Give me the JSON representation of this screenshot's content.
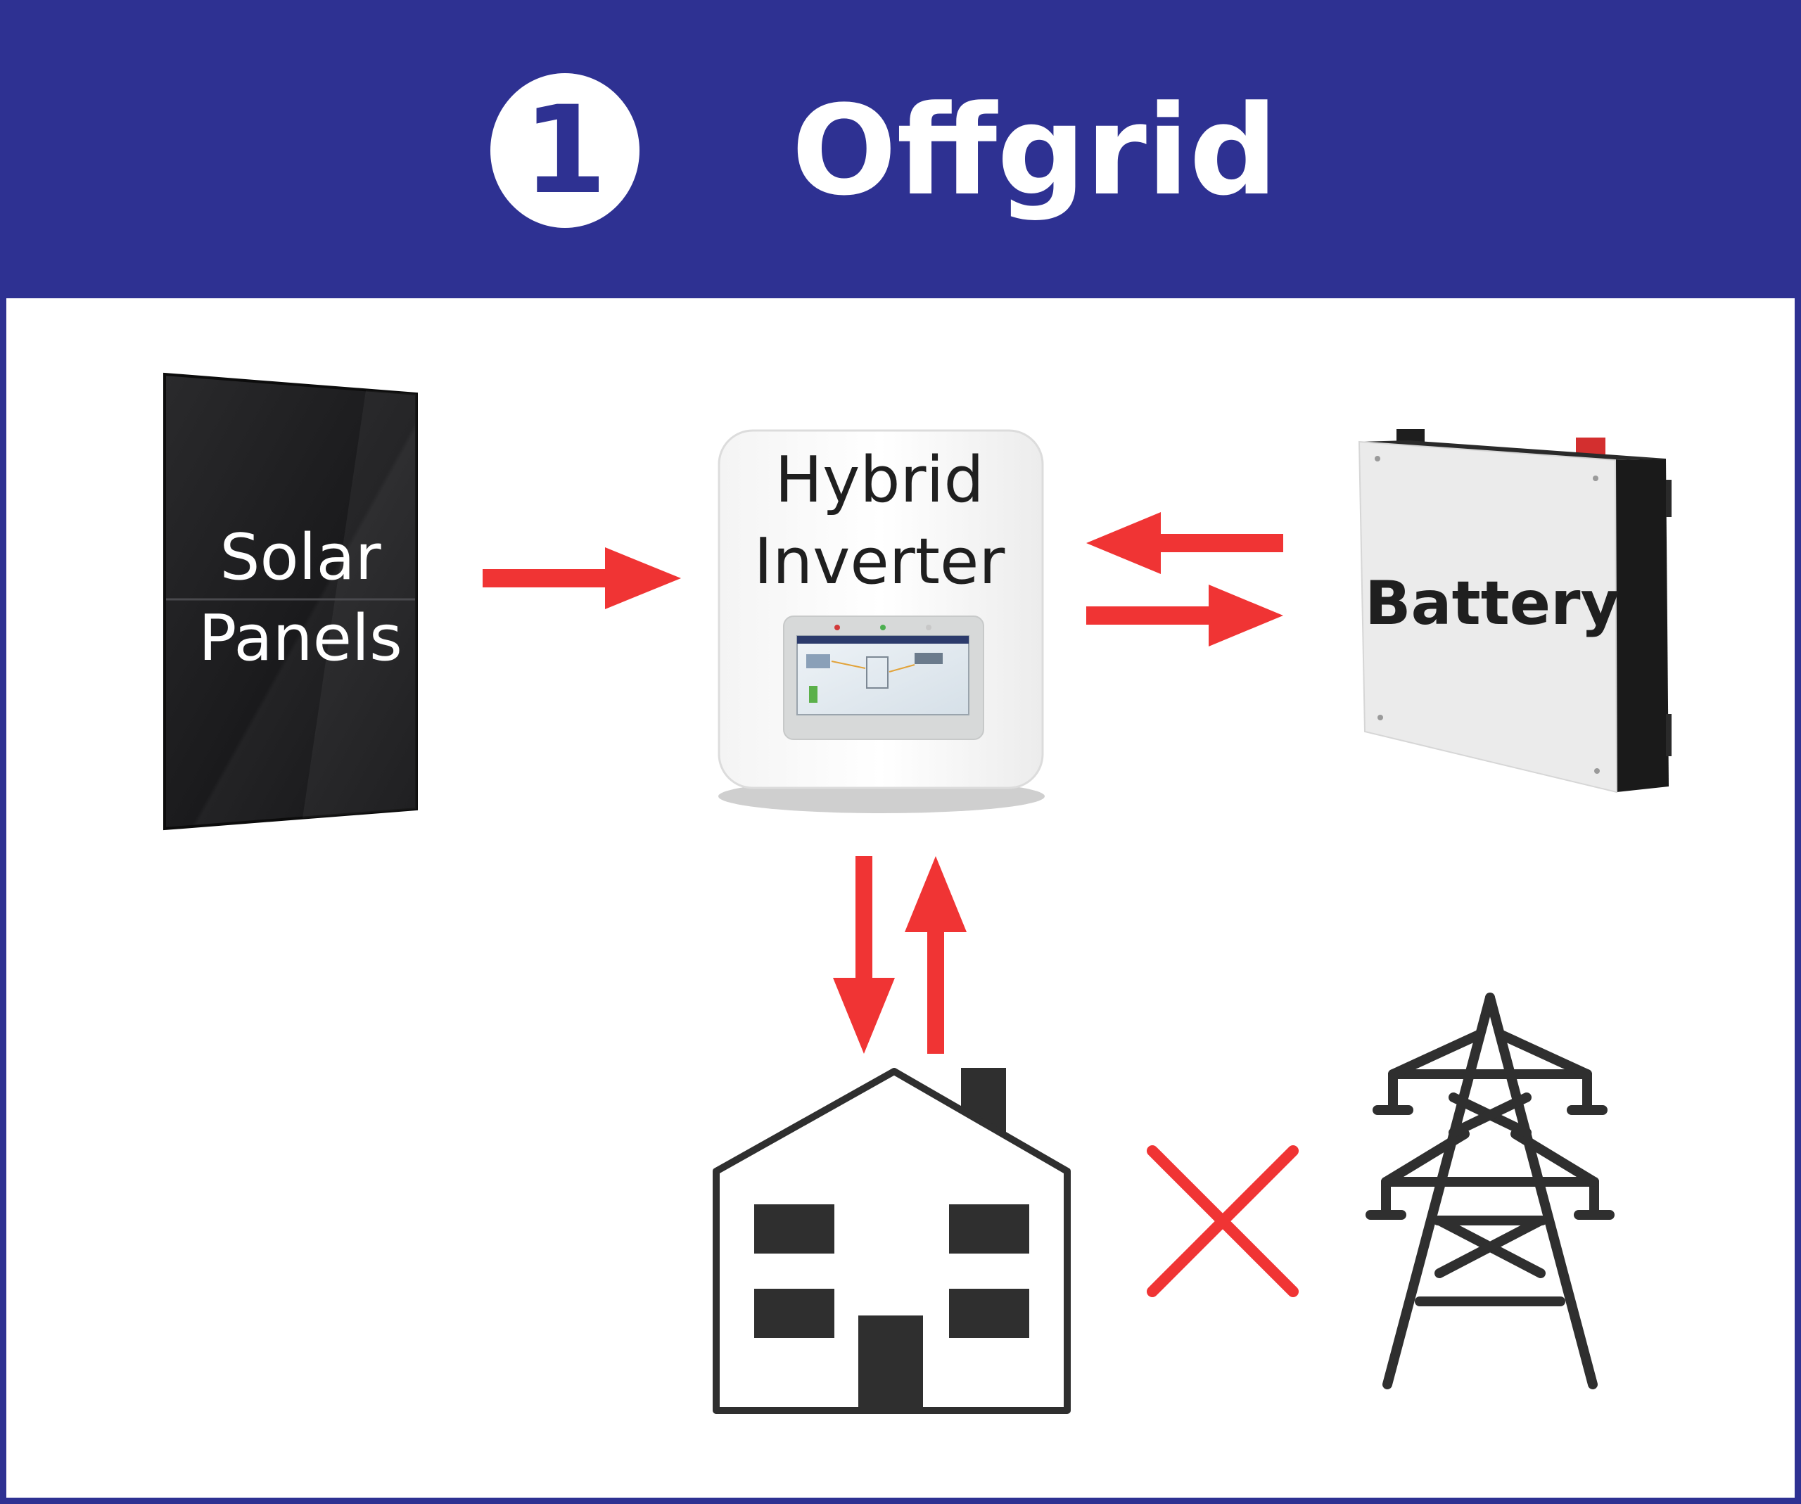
{
  "header": {
    "step_number": "1",
    "title": "Offgrid",
    "background_color": "#2e3192"
  },
  "components": {
    "solar_panels": {
      "line1": "Solar",
      "line2": "Panels",
      "icon": "solar-panel-icon"
    },
    "hybrid_inverter": {
      "line1": "Hybrid",
      "line2": "Inverter",
      "icon": "inverter-icon"
    },
    "battery": {
      "label": "Battery",
      "icon": "battery-icon"
    },
    "house": {
      "icon": "house-icon"
    },
    "grid": {
      "icon": "power-tower-icon",
      "connected": false
    }
  },
  "flows": [
    {
      "from": "solar_panels",
      "to": "hybrid_inverter",
      "direction": "one-way"
    },
    {
      "from": "hybrid_inverter",
      "to": "battery",
      "direction": "two-way"
    },
    {
      "from": "hybrid_inverter",
      "to": "house",
      "direction": "two-way"
    }
  ],
  "colors": {
    "arrow": "#f03434",
    "icon": "#2f2f2f",
    "panel": "#1c1c1e"
  }
}
